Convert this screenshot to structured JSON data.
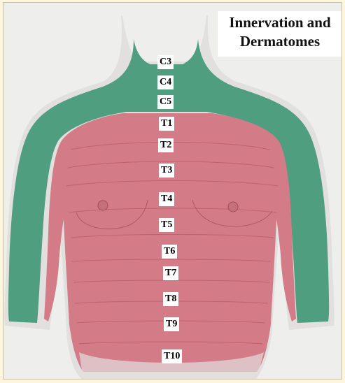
{
  "title": {
    "line1": "Innervation and",
    "line2": "Dermatomes"
  },
  "dermatomes": [
    {
      "id": "c3",
      "label": "C3",
      "region": "cervical"
    },
    {
      "id": "c4",
      "label": "C4",
      "region": "cervical"
    },
    {
      "id": "c5",
      "label": "C5",
      "region": "cervical"
    },
    {
      "id": "t1",
      "label": "T1",
      "region": "thoracic"
    },
    {
      "id": "t2",
      "label": "T2",
      "region": "thoracic"
    },
    {
      "id": "t3",
      "label": "T3",
      "region": "thoracic"
    },
    {
      "id": "t4",
      "label": "T4",
      "region": "thoracic"
    },
    {
      "id": "t5",
      "label": "T5",
      "region": "thoracic"
    },
    {
      "id": "t6",
      "label": "T6",
      "region": "thoracic"
    },
    {
      "id": "t7",
      "label": "T7",
      "region": "thoracic"
    },
    {
      "id": "t8",
      "label": "T8",
      "region": "thoracic"
    },
    {
      "id": "t9",
      "label": "T9",
      "region": "thoracic"
    },
    {
      "id": "t10",
      "label": "T10",
      "region": "thoracic"
    }
  ],
  "colors": {
    "cervical": "#4f9e7f",
    "thoracic": "#d37b86",
    "skin": "#e6e4e2",
    "background": "#eeeeed"
  }
}
